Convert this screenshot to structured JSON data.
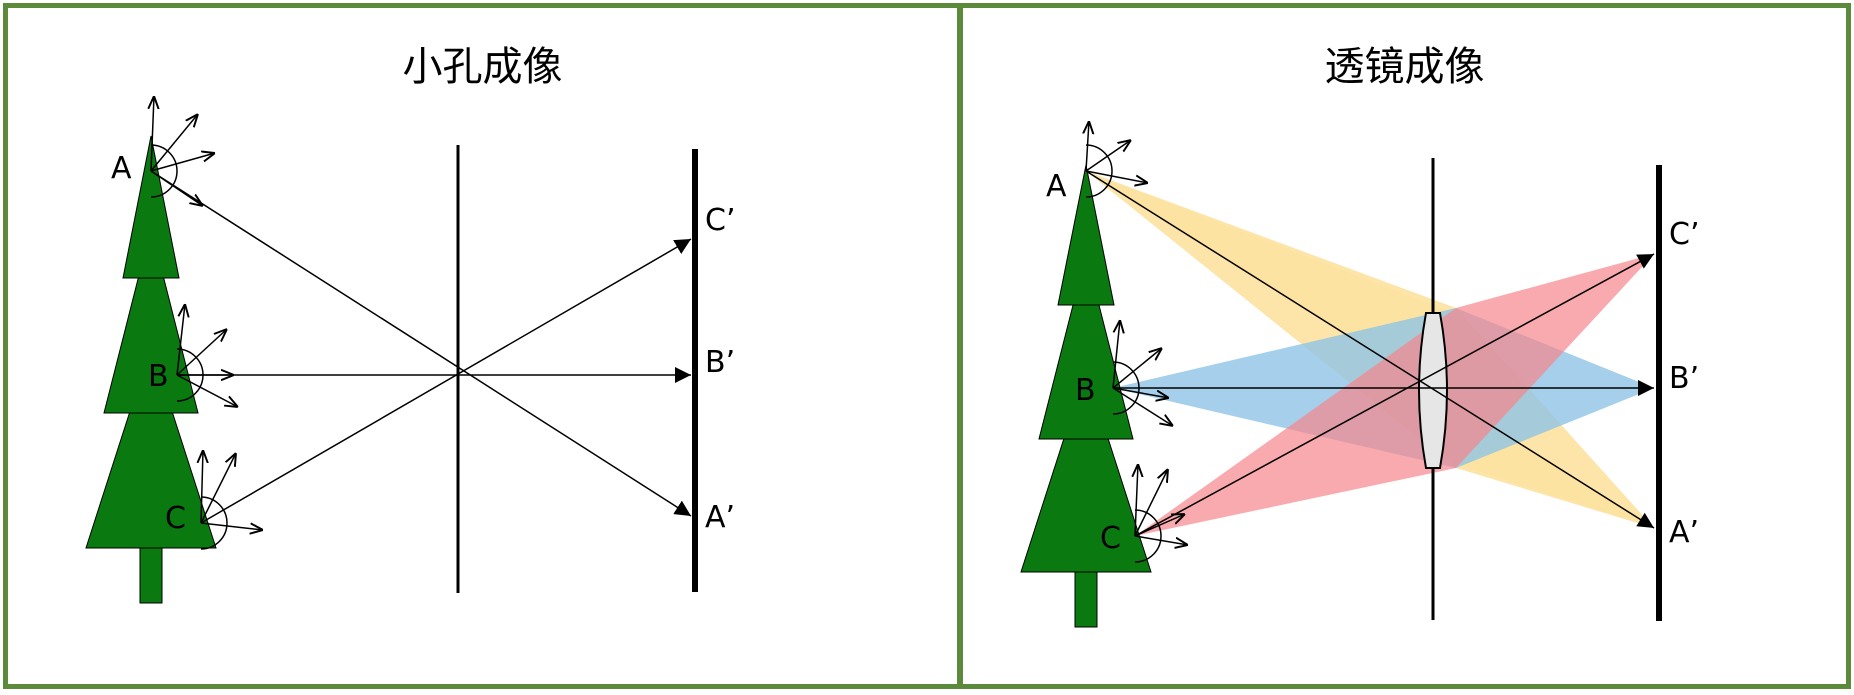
{
  "panels": [
    {
      "title": "小孔成像",
      "points": {
        "a": "A",
        "b": "B",
        "c": "C"
      },
      "images": {
        "c": "C’",
        "b": "B’",
        "a": "A’"
      }
    },
    {
      "title": "透镜成像",
      "points": {
        "a": "A",
        "b": "B",
        "c": "C"
      },
      "images": {
        "c": "C’",
        "b": "B’",
        "a": "A’"
      }
    }
  ],
  "colors": {
    "border": "#5b8a3a",
    "tree": "#0a7a10",
    "beam_a": "#fde2a0",
    "beam_b": "#8ec3e6",
    "beam_c": "#f6868c",
    "lens": "#e6e6e6"
  }
}
